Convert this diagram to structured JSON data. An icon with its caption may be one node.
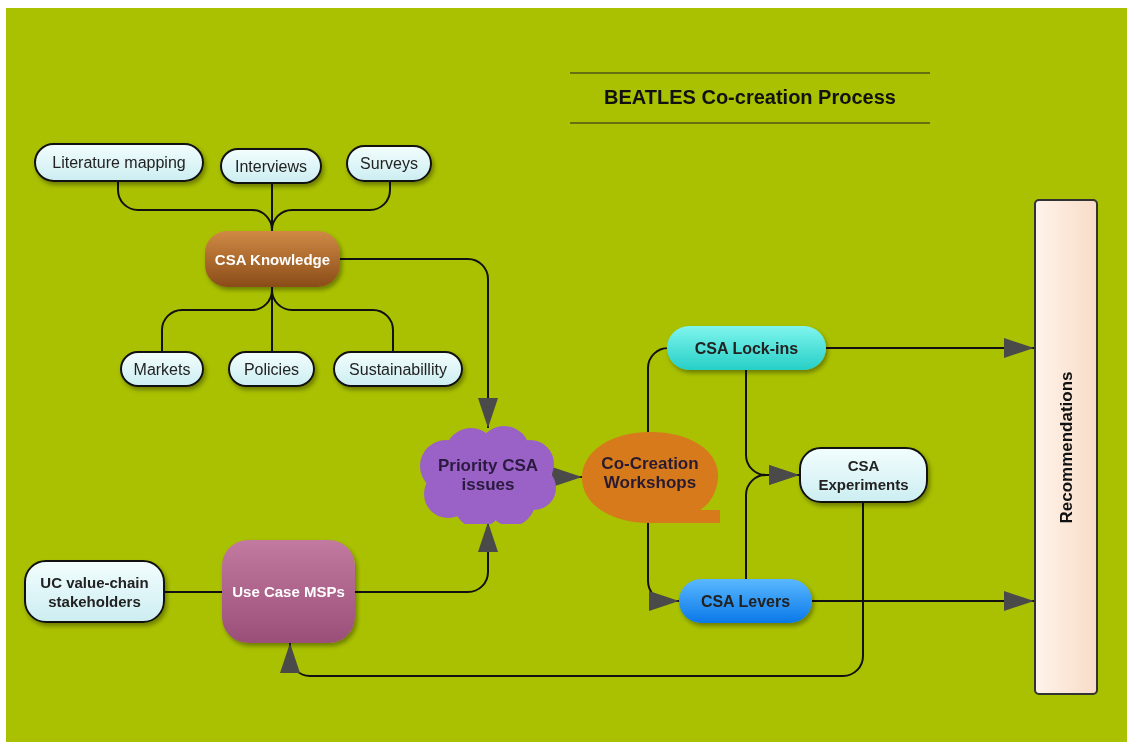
{
  "diagram": {
    "title": "BEATLES Co-creation Process",
    "nodes": [
      {
        "text": [
          "Literature mapping"
        ]
      },
      {
        "text": [
          "Interviews"
        ]
      },
      {
        "text": [
          "Surveys"
        ]
      },
      {
        "text": [
          "CSA Knowledge"
        ]
      },
      {
        "text": [
          "Markets"
        ]
      },
      {
        "text": [
          "Policies"
        ]
      },
      {
        "text": [
          "Sustainabillity"
        ]
      },
      {
        "text": [
          "Priority CSA issues"
        ]
      },
      {
        "text": [
          "Co-Creation Workshops"
        ]
      },
      {
        "text": [
          "CSA Lock-ins"
        ]
      },
      {
        "text": [
          "CSA Experiments"
        ]
      },
      {
        "text": [
          "CSA Levers"
        ]
      },
      {
        "text": [
          "UC value-chain stakeholders"
        ]
      },
      {
        "text": [
          "Use Case MSPs"
        ]
      },
      {
        "text": [
          "Recommendations"
        ]
      }
    ],
    "edges": [
      {
        "from": 0,
        "to": 3,
        "arrow": "none"
      },
      {
        "from": 1,
        "to": 3,
        "arrow": "none"
      },
      {
        "from": 2,
        "to": 3,
        "arrow": "none"
      },
      {
        "from": 3,
        "to": 4,
        "arrow": "none"
      },
      {
        "from": 3,
        "to": 5,
        "arrow": "none"
      },
      {
        "from": 3,
        "to": 6,
        "arrow": "none"
      },
      {
        "from": 3,
        "to": 7,
        "arrow": "to"
      },
      {
        "from": 12,
        "to": 13,
        "arrow": "none"
      },
      {
        "from": 13,
        "to": 7,
        "arrow": "to"
      },
      {
        "from": 7,
        "to": 8,
        "arrow": "to"
      },
      {
        "from": 8,
        "to": 9,
        "arrow": "to"
      },
      {
        "from": 8,
        "to": 11,
        "arrow": "to"
      },
      {
        "from": 9,
        "to": 10,
        "arrow": "to"
      },
      {
        "from": 11,
        "to": 10,
        "arrow": "to"
      },
      {
        "from": 9,
        "to": 14,
        "arrow": "to"
      },
      {
        "from": 11,
        "to": 14,
        "arrow": "to"
      },
      {
        "from": 10,
        "to": 13,
        "arrow": "to"
      }
    ]
  }
}
